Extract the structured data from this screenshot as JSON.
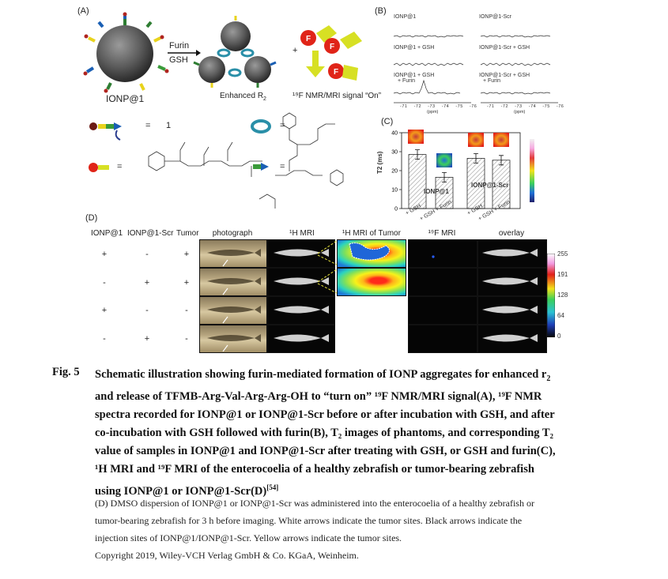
{
  "panel_a": {
    "label": "(A)",
    "ionp_label": "IONP@1",
    "furin": "Furin",
    "gsh": "GSH",
    "enhanced": "Enhanced R",
    "enhanced_sub": "2",
    "plus": "+",
    "signal_on": "¹⁹F NMR/MRI signal “On”",
    "eq1": "=",
    "eq1_val": "1",
    "eq2": "=",
    "eq3": "=",
    "eq4": "="
  },
  "panel_b": {
    "label": "(B)",
    "spectra": [
      {
        "name": "IONP@1"
      },
      {
        "name": "IONP@1-Scr"
      },
      {
        "name": "IONP@1 + GSH"
      },
      {
        "name": "IONP@1-Scr + GSH"
      },
      {
        "name": "IONP@1 + GSH",
        "extra": "+ Furin"
      },
      {
        "name": "IONP@1-Scr + GSH",
        "extra": "+ Furin"
      }
    ],
    "ticks": [
      "-71",
      "-72",
      "-73",
      "-74",
      "-75",
      "-76"
    ],
    "unit": "(ppm)"
  },
  "panel_c": {
    "label": "(C)",
    "ylabel": "T2 (ms)",
    "yticks": [
      "0",
      "10",
      "20",
      "30",
      "40"
    ],
    "group1": "IONP@1",
    "group2": "IONP@1-Scr",
    "xlabels": [
      "+ GSH",
      "+ GSH + Furin",
      "+ GSH",
      "+ GSH + Furin"
    ]
  },
  "chart_data": {
    "type": "bar",
    "categories": [
      "+ GSH",
      "+ GSH + Furin",
      "+ GSH",
      "+ GSH + Furin"
    ],
    "values": [
      28.5,
      16.5,
      26.5,
      25.5
    ],
    "errors": [
      2.5,
      2.5,
      2.5,
      2.5
    ],
    "ylabel": "T2 (ms)",
    "ylim": [
      0,
      40
    ]
  },
  "panel_d": {
    "label": "(D)",
    "col_headers": [
      "IONP@1",
      "IONP@1-Scr",
      "Tumor",
      "photograph",
      "¹H MRI",
      "¹H MRI of Tumor",
      "¹⁹F MRI",
      "overlay"
    ],
    "rows": [
      {
        "ionp": "+",
        "scr": "-",
        "tumor": "+"
      },
      {
        "ionp": "-",
        "scr": "+",
        "tumor": "+"
      },
      {
        "ionp": "+",
        "scr": "-",
        "tumor": "-"
      },
      {
        "ionp": "-",
        "scr": "+",
        "tumor": "-"
      }
    ],
    "scale": [
      "255",
      "191",
      "128",
      "64",
      "0"
    ]
  },
  "caption": {
    "fig_tag": "Fig. 5",
    "line1": "Schematic illustration showing furin-mediated formation of IONP aggregates for enhanced r",
    "line1_sub": "2",
    "line2": "and release of TFMB-Arg-Val-Arg-Arg-OH to “turn on” ¹⁹F NMR/MRI signal(A), ¹⁹F NMR",
    "line3": "spectra recorded for IONP@1 or IONP@1-Scr before or after incubation with GSH, and after",
    "line4": "co-incubation with GSH followed with furin(B), T₂ images of phantoms, and corresponding T₂",
    "line5": "value of samples in IONP@1 and IONP@1-Scr after treating with GSH, or GSH and furin(C),",
    "line6": "¹H MRI and ¹⁹F MRI of the enterocoelia of a healthy zebrafish or tumor-bearing zebrafish",
    "line7": "using IONP@1 or IONP@1-Scr(D)",
    "line7_ref": "[54]"
  },
  "notes": {
    "n1": "(D) DMSO dispersion of IONP@1 or IONP@1-Scr was administered into the enterocoelia of a healthy zebrafish or",
    "n2": "tumor-bearing zebrafish for 3 h before imaging. White arrows indicate the tumor sites. Black arrows indicate the",
    "n3": "injection sites of IONP@1/IONP@1-Scr. Yellow arrows indicate the tumor sites."
  },
  "copyright": "Copyright 2019, Wiley-VCH Verlag GmbH & Co. KGaA, Weinheim."
}
